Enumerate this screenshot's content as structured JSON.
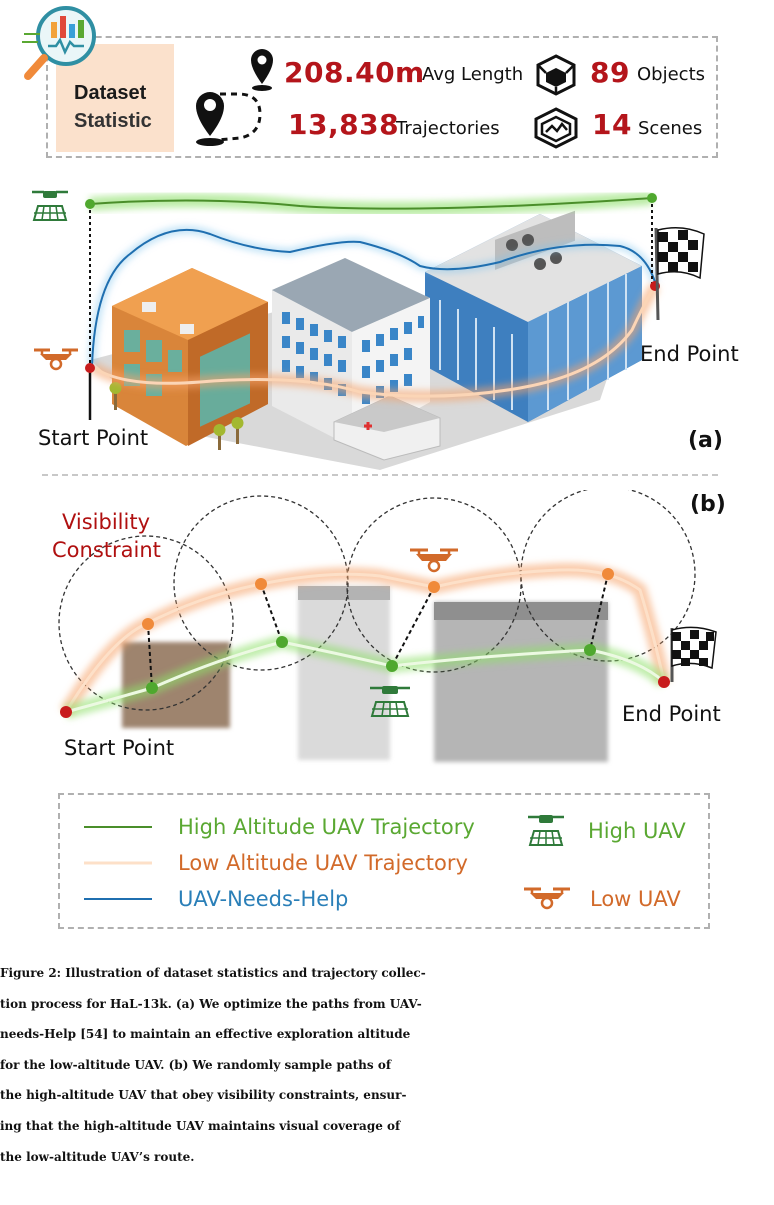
{
  "stats": {
    "label_line1": "Dataset",
    "label_line2": "Statistic",
    "avg_length_value": "208.40m",
    "avg_length_label": "Avg Length",
    "objects_value": "89",
    "objects_label": "Objects",
    "trajectories_value": "13,838",
    "trajectories_label": "Trajectories",
    "scenes_value": "14",
    "scenes_label": "Scenes"
  },
  "panel_a": {
    "letter": "(a)",
    "start_label": "Start Point",
    "end_label": "End Point"
  },
  "panel_b": {
    "letter": "(b)",
    "visibility_line1": "Visibility",
    "visibility_line2": "Constraint",
    "start_label": "Start Point",
    "end_label": "End Point"
  },
  "legend": {
    "high_traj": "High Altitude UAV Trajectory",
    "low_traj": "Low Altitude UAV Trajectory",
    "needs_help": "UAV-Needs-Help",
    "high_uav": "High UAV",
    "low_uav": "Low UAV"
  },
  "colors": {
    "high": "#5aa832",
    "low": "#e07a38",
    "blue": "#2a86c8",
    "stat_red": "#b4151b",
    "dark_red": "#b01010"
  },
  "icons": [
    "chart-magnifier-icon",
    "location-pin-icon",
    "route-icon",
    "cube-icon",
    "scene-box-icon",
    "checkered-flag-icon",
    "high-uav-drone-icon",
    "low-uav-drone-icon"
  ],
  "caption": {
    "line1": "Figure 2: Illustration of dataset statistics and trajectory collec-",
    "line2": "tion process for HaL-13k. (a) We optimize the paths from UAV-",
    "line3": "needs-Help [54] to maintain an effective exploration altitude",
    "line4": "for the low-altitude UAV. (b) We randomly sample paths of",
    "line5": "the high-altitude UAV that obey visibility constraints, ensur-",
    "line6": "ing that the high-altitude UAV maintains visual coverage of",
    "line7": "the low-altitude UAV’s route."
  }
}
